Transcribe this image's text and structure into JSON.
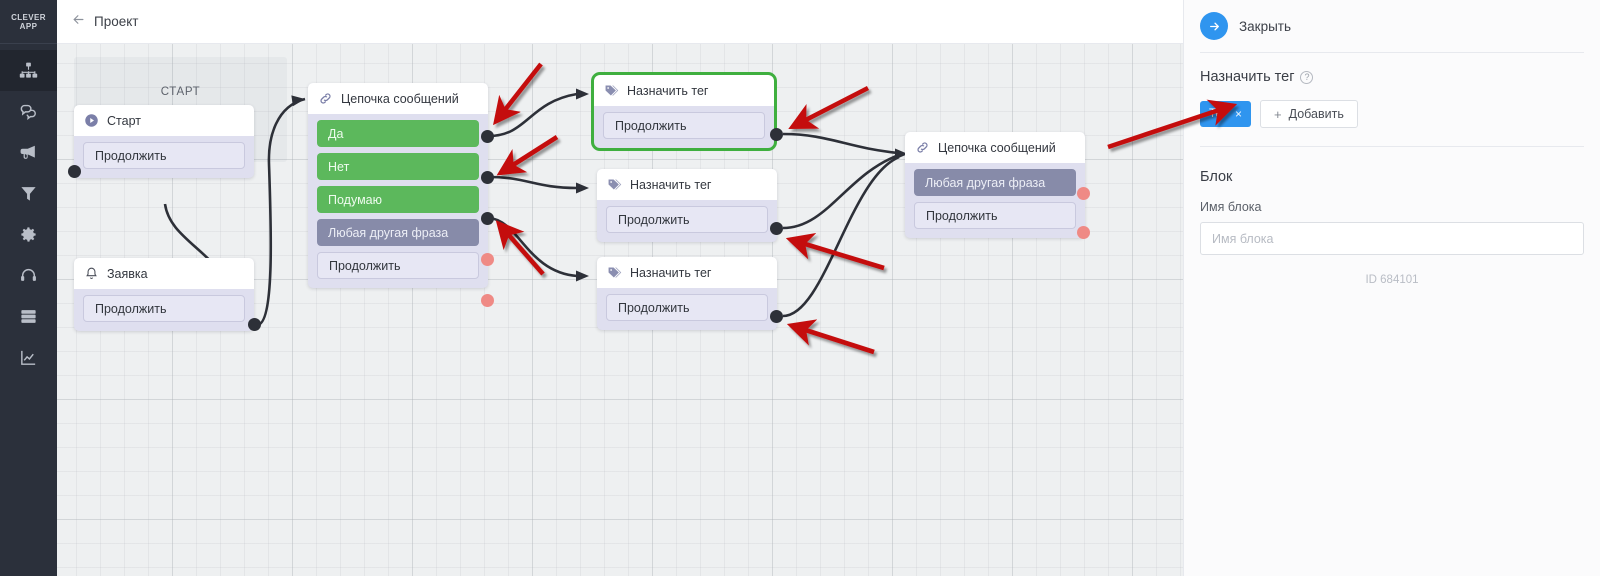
{
  "sidebar": {
    "logo_line1": "CLEVER",
    "logo_line2": "APP",
    "items": [
      {
        "name": "flow-builder",
        "icon": "sitemap-icon",
        "active": true
      },
      {
        "name": "dialogs",
        "icon": "chat-bubbles-icon",
        "active": false
      },
      {
        "name": "broadcasts",
        "icon": "megaphone-icon",
        "active": false
      },
      {
        "name": "segments",
        "icon": "funnel-icon",
        "active": false
      },
      {
        "name": "settings",
        "icon": "gear-icon",
        "active": false
      },
      {
        "name": "support",
        "icon": "headset-icon",
        "active": false
      },
      {
        "name": "database",
        "icon": "server-icon",
        "active": false
      },
      {
        "name": "analytics",
        "icon": "chart-icon",
        "active": false
      }
    ]
  },
  "topbar": {
    "back_icon": "arrow-left-icon",
    "title": "Проект"
  },
  "canvas": {
    "group_label": "СТАРТ",
    "nodes": [
      {
        "id": "start",
        "icon": "play-circle-icon",
        "title": "Старт",
        "ports": [
          {
            "label": "Продолжить",
            "style": "plain",
            "dot": "dark-left"
          }
        ]
      },
      {
        "id": "request",
        "icon": "bell-icon",
        "title": "Заявка",
        "ports": [
          {
            "label": "Продолжить",
            "style": "plain",
            "dot": "dark-right"
          }
        ]
      },
      {
        "id": "message-chain-1",
        "icon": "link-icon",
        "title": "Цепочка сообщений",
        "ports": [
          {
            "label": "Да",
            "style": "green",
            "dot": "dark-right"
          },
          {
            "label": "Нет",
            "style": "green",
            "dot": "dark-right"
          },
          {
            "label": "Подумаю",
            "style": "green",
            "dot": "dark-right"
          },
          {
            "label": "Любая другая фраза",
            "style": "purple",
            "dot": "red-right"
          },
          {
            "label": "Продолжить",
            "style": "plain",
            "dot": "red-right"
          }
        ]
      },
      {
        "id": "assign-tag-1",
        "icon": "tag-icon",
        "title": "Назначить тег",
        "selected": true,
        "ports": [
          {
            "label": "Продолжить",
            "style": "plain",
            "dot": "dark-right"
          }
        ]
      },
      {
        "id": "assign-tag-2",
        "icon": "tag-icon",
        "title": "Назначить тег",
        "selected": false,
        "ports": [
          {
            "label": "Продолжить",
            "style": "plain",
            "dot": "dark-right"
          }
        ]
      },
      {
        "id": "assign-tag-3",
        "icon": "tag-icon",
        "title": "Назначить тег",
        "selected": false,
        "ports": [
          {
            "label": "Продолжить",
            "style": "plain",
            "dot": "dark-right"
          }
        ]
      },
      {
        "id": "message-chain-2",
        "icon": "link-icon",
        "title": "Цепочка сообщений",
        "ports": [
          {
            "label": "Любая другая фраза",
            "style": "purple",
            "dot": "red-right"
          },
          {
            "label": "Продолжить",
            "style": "plain",
            "dot": "red-right"
          }
        ]
      }
    ]
  },
  "panel": {
    "close_icon": "arrow-right-icon",
    "close_label": "Закрыть",
    "section_title": "Назначить тег",
    "help_icon": "question-mark-icon",
    "tag_chip": {
      "label": "Тег",
      "remove_icon": "close-icon"
    },
    "add_button": {
      "plus": "+",
      "label": "Добавить"
    },
    "block_title": "Блок",
    "block_name_label": "Имя блока",
    "block_name_value": "",
    "block_name_placeholder": "Имя блока",
    "id_text": "ID 684101"
  },
  "colors": {
    "accent_blue": "#2f95ef",
    "selected_green": "#3faf3f",
    "port_green": "#5cb85c",
    "port_purple": "#878ba9",
    "node_body": "#dfdfef",
    "sidebar_bg": "#2b303b",
    "canvas_bg": "#eef0f1",
    "annotation_red": "#cc1111"
  },
  "annotations": {
    "type": "red-arrows",
    "count": 7
  }
}
